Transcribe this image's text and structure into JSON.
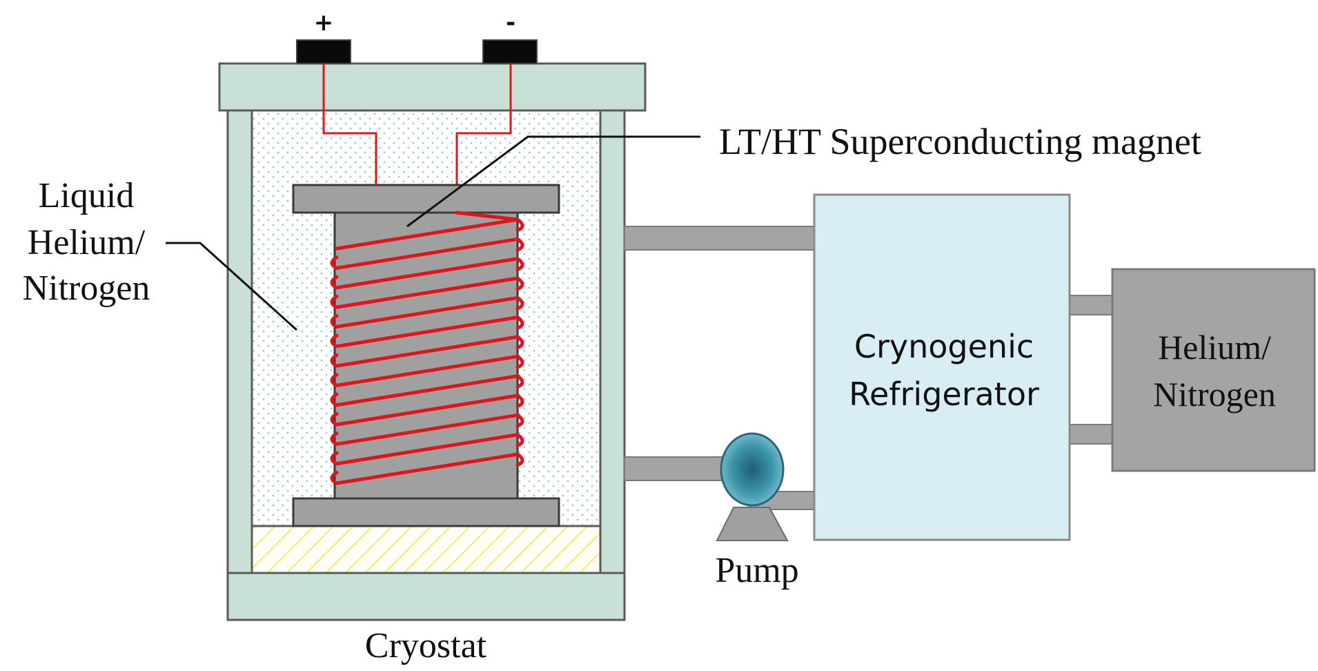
{
  "terminals": {
    "positive": "+",
    "negative": "-"
  },
  "labels": {
    "magnet": "LT/HT Superconducting magnet",
    "liquid": [
      "Liquid",
      "Helium/",
      "Nitrogen"
    ],
    "cryostat": "Cryostat",
    "pump": "Pump",
    "refrigerator": [
      "Crynogenic",
      "Refrigerator"
    ],
    "gas_supply": [
      "Helium/",
      "Nitrogen"
    ]
  },
  "colors": {
    "cryostat_shell": "#c9e0d6",
    "liquid_dots": "#9fc4dc",
    "magnet_core": "#a0a0a0",
    "coil": "#e0141b",
    "refrigerator": "#d9eef4",
    "gas_supply": "#a4a4a4",
    "pump": "#3d96ab",
    "base_hatch": "#f3ec40"
  }
}
